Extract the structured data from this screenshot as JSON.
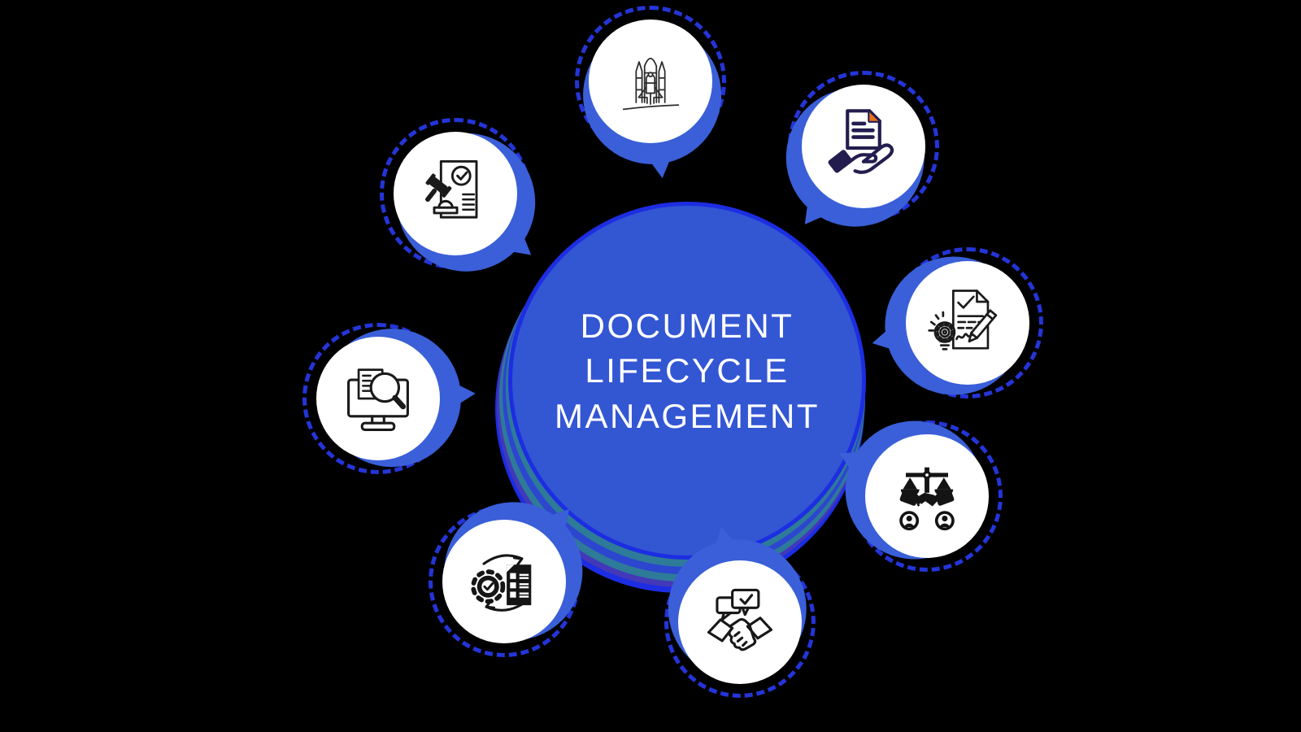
{
  "title": {
    "lines": [
      "DOCUMENT",
      "LIFECYCLE",
      "MANAGEMENT"
    ]
  },
  "colors": {
    "background": "#000000",
    "center_circle_fill": "#3356d3",
    "center_outer_ring_blue": "#1c2de2",
    "decor_ring_teal": "#2e7a99",
    "decor_ring_violet": "#4338b8",
    "satellite_crescent_blue": "#3a5fd8",
    "dashed_ring_blue": "#2435d8",
    "bubble_fill": "#ffffff",
    "title_text": "#ffffff",
    "icon_ink": "#1a1a1a",
    "icon_ink_navy": "#231d4f",
    "accent_orange": "#e8721c"
  },
  "satellites": [
    {
      "position": "top",
      "icon": "rocket-launch-icon"
    },
    {
      "position": "top-right",
      "icon": "document-handover-icon"
    },
    {
      "position": "right",
      "icon": "document-signing-icon"
    },
    {
      "position": "bottom-right",
      "icon": "scales-handshake-icon"
    },
    {
      "position": "bottom",
      "icon": "handshake-chat-icon"
    },
    {
      "position": "bottom-left",
      "icon": "gear-checklist-cycle-icon"
    },
    {
      "position": "left",
      "icon": "monitor-search-icon"
    },
    {
      "position": "top-left",
      "icon": "gavel-document-icon"
    }
  ]
}
